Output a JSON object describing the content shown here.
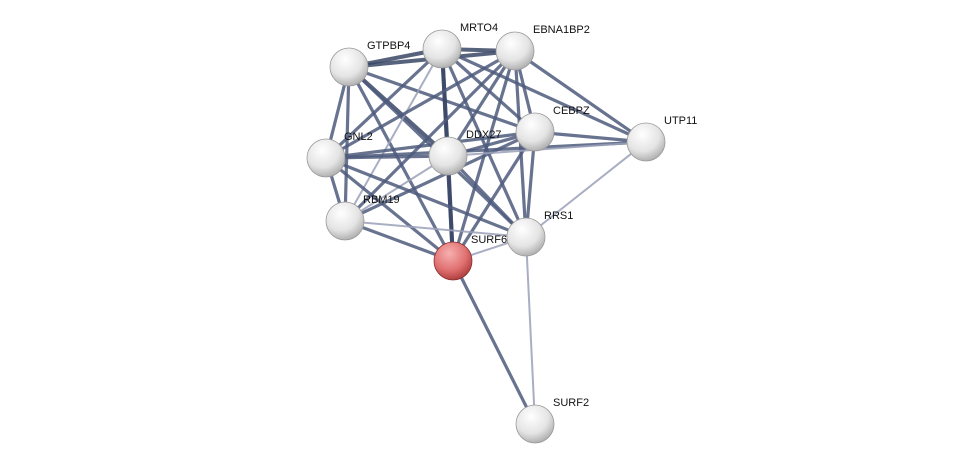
{
  "network": {
    "nodes": [
      {
        "id": "GTPBP4",
        "label": "GTPBP4",
        "color": "#e8e8e8"
      },
      {
        "id": "MRTO4",
        "label": "MRTO4",
        "color": "#e8e8e8"
      },
      {
        "id": "EBNA1BP2",
        "label": "EBNA1BP2",
        "color": "#e8e8e8"
      },
      {
        "id": "CEBPZ",
        "label": "CEBPZ",
        "color": "#e8e8e8"
      },
      {
        "id": "UTP11",
        "label": "UTP11",
        "color": "#e8e8e8"
      },
      {
        "id": "DDX27",
        "label": "DDX27",
        "color": "#e8e8e8"
      },
      {
        "id": "GNL2",
        "label": "GNL2",
        "color": "#e8e8e8"
      },
      {
        "id": "RBM19",
        "label": "RBM19",
        "color": "#e8e8e8"
      },
      {
        "id": "SURF6",
        "label": "SURF6",
        "color": "#e06060"
      },
      {
        "id": "RRS1",
        "label": "RRS1",
        "color": "#e8e8e8"
      },
      {
        "id": "SURF2",
        "label": "SURF2",
        "color": "#e8e8e8"
      }
    ],
    "edges": [
      [
        "GTPBP4",
        "MRTO4",
        0.9
      ],
      [
        "GTPBP4",
        "EBNA1BP2",
        0.9
      ],
      [
        "GTPBP4",
        "GNL2",
        0.8
      ],
      [
        "GTPBP4",
        "DDX27",
        0.9
      ],
      [
        "GTPBP4",
        "CEBPZ",
        0.7
      ],
      [
        "GTPBP4",
        "SURF6",
        0.8
      ],
      [
        "GTPBP4",
        "RRS1",
        0.8
      ],
      [
        "GTPBP4",
        "RBM19",
        0.6
      ],
      [
        "MRTO4",
        "EBNA1BP2",
        0.9
      ],
      [
        "MRTO4",
        "DDX27",
        1.0
      ],
      [
        "MRTO4",
        "CEBPZ",
        0.8
      ],
      [
        "MRTO4",
        "UTP11",
        0.7
      ],
      [
        "MRTO4",
        "GNL2",
        0.8
      ],
      [
        "MRTO4",
        "RBM19",
        0.4
      ],
      [
        "MRTO4",
        "SURF6",
        0.9
      ],
      [
        "MRTO4",
        "RRS1",
        0.8
      ],
      [
        "EBNA1BP2",
        "CEBPZ",
        0.8
      ],
      [
        "EBNA1BP2",
        "UTP11",
        0.7
      ],
      [
        "EBNA1BP2",
        "DDX27",
        0.8
      ],
      [
        "EBNA1BP2",
        "GNL2",
        0.8
      ],
      [
        "EBNA1BP2",
        "RBM19",
        0.6
      ],
      [
        "EBNA1BP2",
        "SURF6",
        0.8
      ],
      [
        "EBNA1BP2",
        "RRS1",
        0.8
      ],
      [
        "CEBPZ",
        "UTP11",
        0.7
      ],
      [
        "CEBPZ",
        "DDX27",
        0.6
      ],
      [
        "CEBPZ",
        "GNL2",
        0.7
      ],
      [
        "CEBPZ",
        "RRS1",
        0.7
      ],
      [
        "CEBPZ",
        "SURF6",
        0.8
      ],
      [
        "CEBPZ",
        "RBM19",
        0.6
      ],
      [
        "UTP11",
        "GNL2",
        0.7
      ],
      [
        "UTP11",
        "RRS1",
        0.3
      ],
      [
        "UTP11",
        "DDX27",
        0.5
      ],
      [
        "DDX27",
        "GNL2",
        0.8
      ],
      [
        "DDX27",
        "SURF6",
        1.0
      ],
      [
        "DDX27",
        "RRS1",
        0.7
      ],
      [
        "DDX27",
        "RBM19",
        0.5
      ],
      [
        "GNL2",
        "RBM19",
        0.7
      ],
      [
        "GNL2",
        "SURF6",
        0.8
      ],
      [
        "GNL2",
        "RRS1",
        0.7
      ],
      [
        "RBM19",
        "SURF6",
        0.8
      ],
      [
        "RBM19",
        "RRS1",
        0.5
      ],
      [
        "SURF6",
        "RRS1",
        0.5
      ],
      [
        "SURF6",
        "SURF2",
        0.8
      ],
      [
        "RRS1",
        "SURF2",
        0.3
      ]
    ]
  }
}
